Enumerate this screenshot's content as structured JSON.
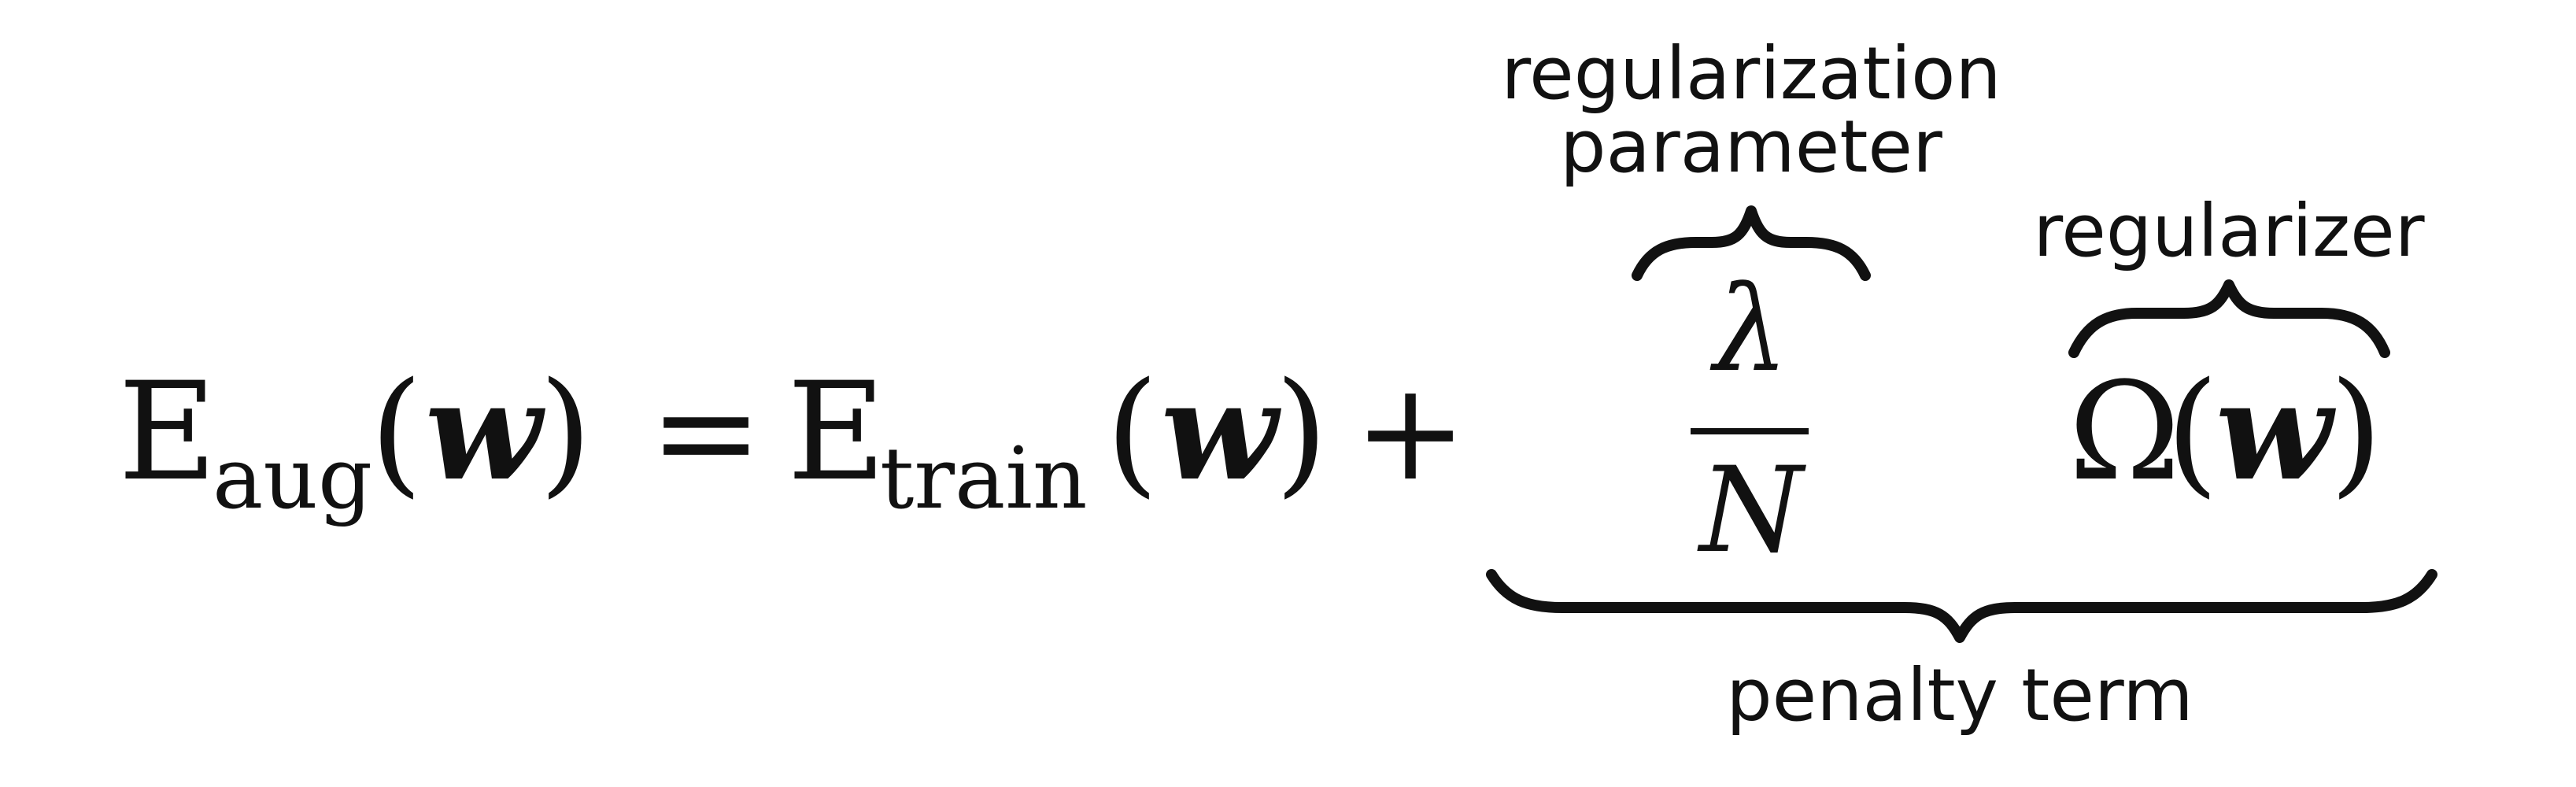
{
  "equation": {
    "lhs": {
      "symbol": "E",
      "subscript": "aug",
      "open_paren": "(",
      "argument": "w",
      "close_paren": ")"
    },
    "equals": "=",
    "rhs_first": {
      "symbol": "E",
      "subscript": "train",
      "open_paren": "(",
      "argument": "w",
      "close_paren": ")"
    },
    "plus": "+",
    "fraction": {
      "numerator": "λ",
      "denominator": "N"
    },
    "regularizer_term": {
      "symbol": "Ω",
      "open_paren": "(",
      "argument": "w",
      "close_paren": ")"
    }
  },
  "annotations": {
    "regularization_parameter": [
      "regularization",
      "parameter"
    ],
    "regularizer": "regularizer",
    "penalty_term": "penalty term"
  }
}
